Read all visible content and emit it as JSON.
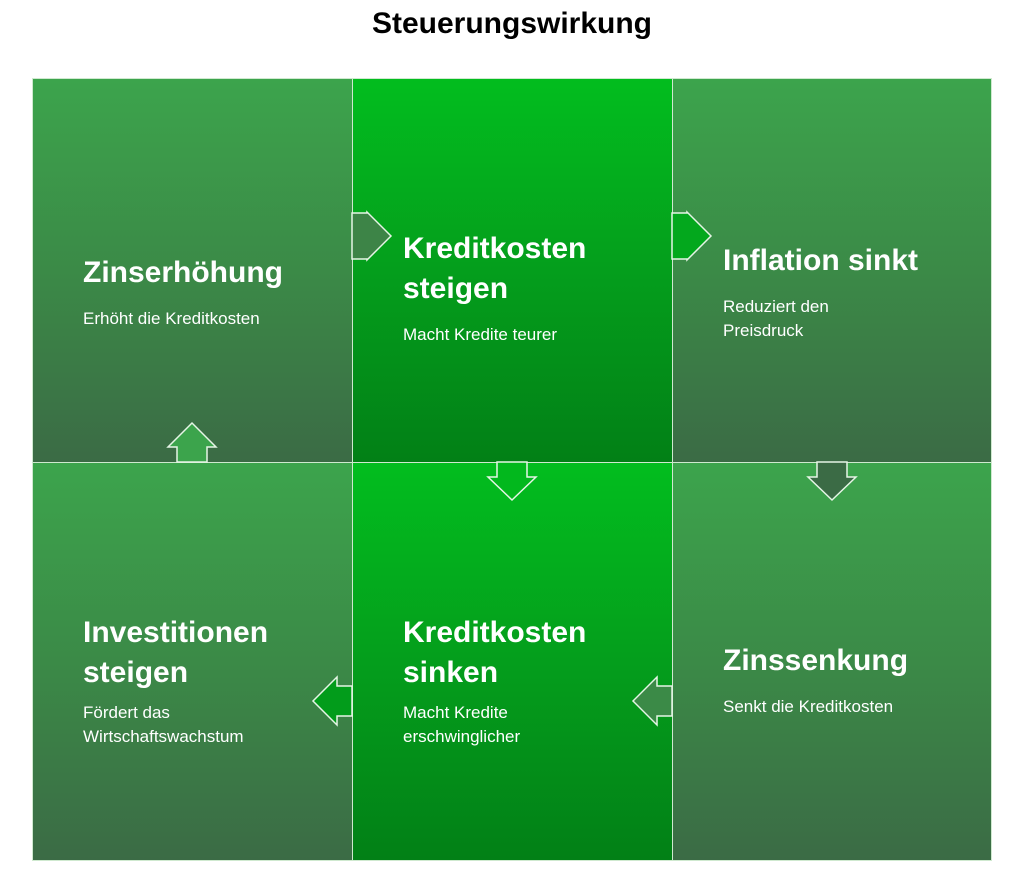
{
  "title": "Steuerungswirkung",
  "colors": {
    "outer_top": "#3ca44c",
    "outer_bottom": "#3b6b45",
    "middle_top": "#02bd1e",
    "middle_bottom": "#028016",
    "text": "#ffffff",
    "border": "#cfe9cf"
  },
  "cells": {
    "top_left": {
      "heading": "Zinserhöhung",
      "description": "Erhöht die Kreditkosten"
    },
    "top_middle": {
      "heading": "Kreditkosten steigen",
      "description": "Macht Kredite teurer"
    },
    "top_right": {
      "heading": "Inflation sinkt",
      "description": "Reduziert den Preisdruck"
    },
    "bottom_left": {
      "heading": "Investitionen steigen",
      "description": "Fördert das Wirtschaftswachstum"
    },
    "bottom_middle": {
      "heading": "Kreditkosten sinken",
      "description": "Macht Kredite erschwinglicher"
    },
    "bottom_right": {
      "heading": "Zinssenkung",
      "description": "Senkt die Kreditkosten"
    }
  },
  "flow": [
    {
      "from": "Zinserhöhung",
      "to": "Kreditkosten steigen",
      "direction": "right"
    },
    {
      "from": "Kreditkosten steigen",
      "to": "Inflation sinkt",
      "direction": "right"
    },
    {
      "from": "Inflation sinkt",
      "to": "Zinssenkung",
      "direction": "down"
    },
    {
      "from": "Zinssenkung",
      "to": "Kreditkosten sinken",
      "direction": "left"
    },
    {
      "from": "Kreditkosten sinken",
      "to": "Investitionen steigen",
      "direction": "left"
    },
    {
      "from": "Investitionen steigen",
      "to": "Zinserhöhung",
      "direction": "up"
    },
    {
      "from": "Kreditkosten steigen",
      "to": "Kreditkosten sinken",
      "direction": "down"
    }
  ]
}
